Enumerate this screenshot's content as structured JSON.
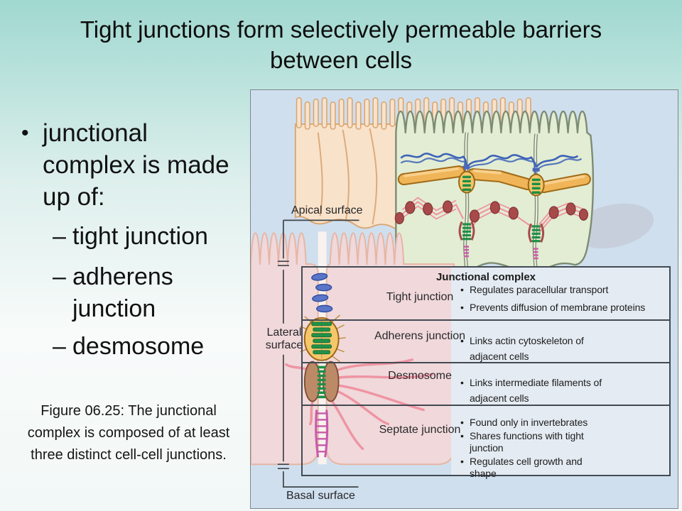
{
  "title": "Tight junctions form selectively permeable barriers\nbetween cells",
  "bullets": {
    "marker": "•",
    "item": "junctional\ncomplex is made\nup of:",
    "sub_marker": "–",
    "sub_items": [
      "tight junction",
      "adherens\njunction",
      "desmosome"
    ]
  },
  "caption": "Figure 06.25: The junctional\ncomplex is composed of at least\nthree distinct cell-cell junctions.",
  "figure": {
    "surface_labels": {
      "apical": "Apical surface",
      "lateral": "Lateral\nsurface",
      "basal": "Basal surface"
    },
    "table": {
      "header": "Junctional complex",
      "bullet_char": "•",
      "rows": [
        {
          "label": "Tight junction",
          "bullets": [
            "Regulates paracellular transport",
            "Prevents diffusion of membrane proteins"
          ]
        },
        {
          "label": "Adherens junction",
          "bullets": [
            "Links actin cytoskeleton of\nadjacent cells"
          ]
        },
        {
          "label": "Desmosome",
          "bullets": [
            "Links intermediate filaments of\nadjacent cells"
          ]
        },
        {
          "label": "Septate junction",
          "bullets": [
            "Found only in invertebrates",
            "Shares functions with tight\njunction",
            "Regulates cell growth and\nshape"
          ]
        }
      ]
    },
    "colors": {
      "figure_background": "#cfdfee",
      "peach_cell": "#f9e2ca",
      "pink_cell": "#f0d8db",
      "green_cell": "#e3edd3",
      "table_description_bg": "#e4ebf2",
      "tight_junction_strand": "#5b76c8",
      "adherens_junction": "#f6c76a",
      "desmosome_disc": "#bd8a68",
      "septate_ladder": "#c75aab",
      "actin_belt": "#f0b558",
      "intermediate_filament": "#ef94a2",
      "tj_braid": "#3d63b8"
    }
  }
}
